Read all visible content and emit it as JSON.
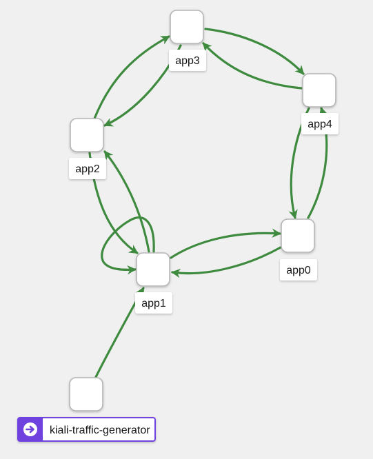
{
  "colors": {
    "background": "#f0f0f0",
    "edge": "#3e8a3e",
    "node_fill": "#ffffff",
    "node_border": "#b6b6b6",
    "label_text": "#151515",
    "generator_accent": "#6f42e0"
  },
  "nodes": [
    {
      "id": "app3",
      "label": "app3"
    },
    {
      "id": "app4",
      "label": "app4"
    },
    {
      "id": "app2",
      "label": "app2"
    },
    {
      "id": "app0",
      "label": "app0"
    },
    {
      "id": "app1",
      "label": "app1"
    },
    {
      "id": "kiali-traffic-generator",
      "label": "kiali-traffic-generator",
      "icon": "arrow-circle-right-icon"
    }
  ],
  "edges": [
    {
      "from": "app3",
      "to": "app4"
    },
    {
      "from": "app4",
      "to": "app3"
    },
    {
      "from": "app3",
      "to": "app2"
    },
    {
      "from": "app2",
      "to": "app3"
    },
    {
      "from": "app2",
      "to": "app1"
    },
    {
      "from": "app1",
      "to": "app2"
    },
    {
      "from": "app1",
      "to": "app1"
    },
    {
      "from": "app1",
      "to": "app0"
    },
    {
      "from": "app0",
      "to": "app1"
    },
    {
      "from": "app4",
      "to": "app0"
    },
    {
      "from": "app0",
      "to": "app4"
    },
    {
      "from": "kiali-traffic-generator",
      "to": "app1"
    }
  ]
}
